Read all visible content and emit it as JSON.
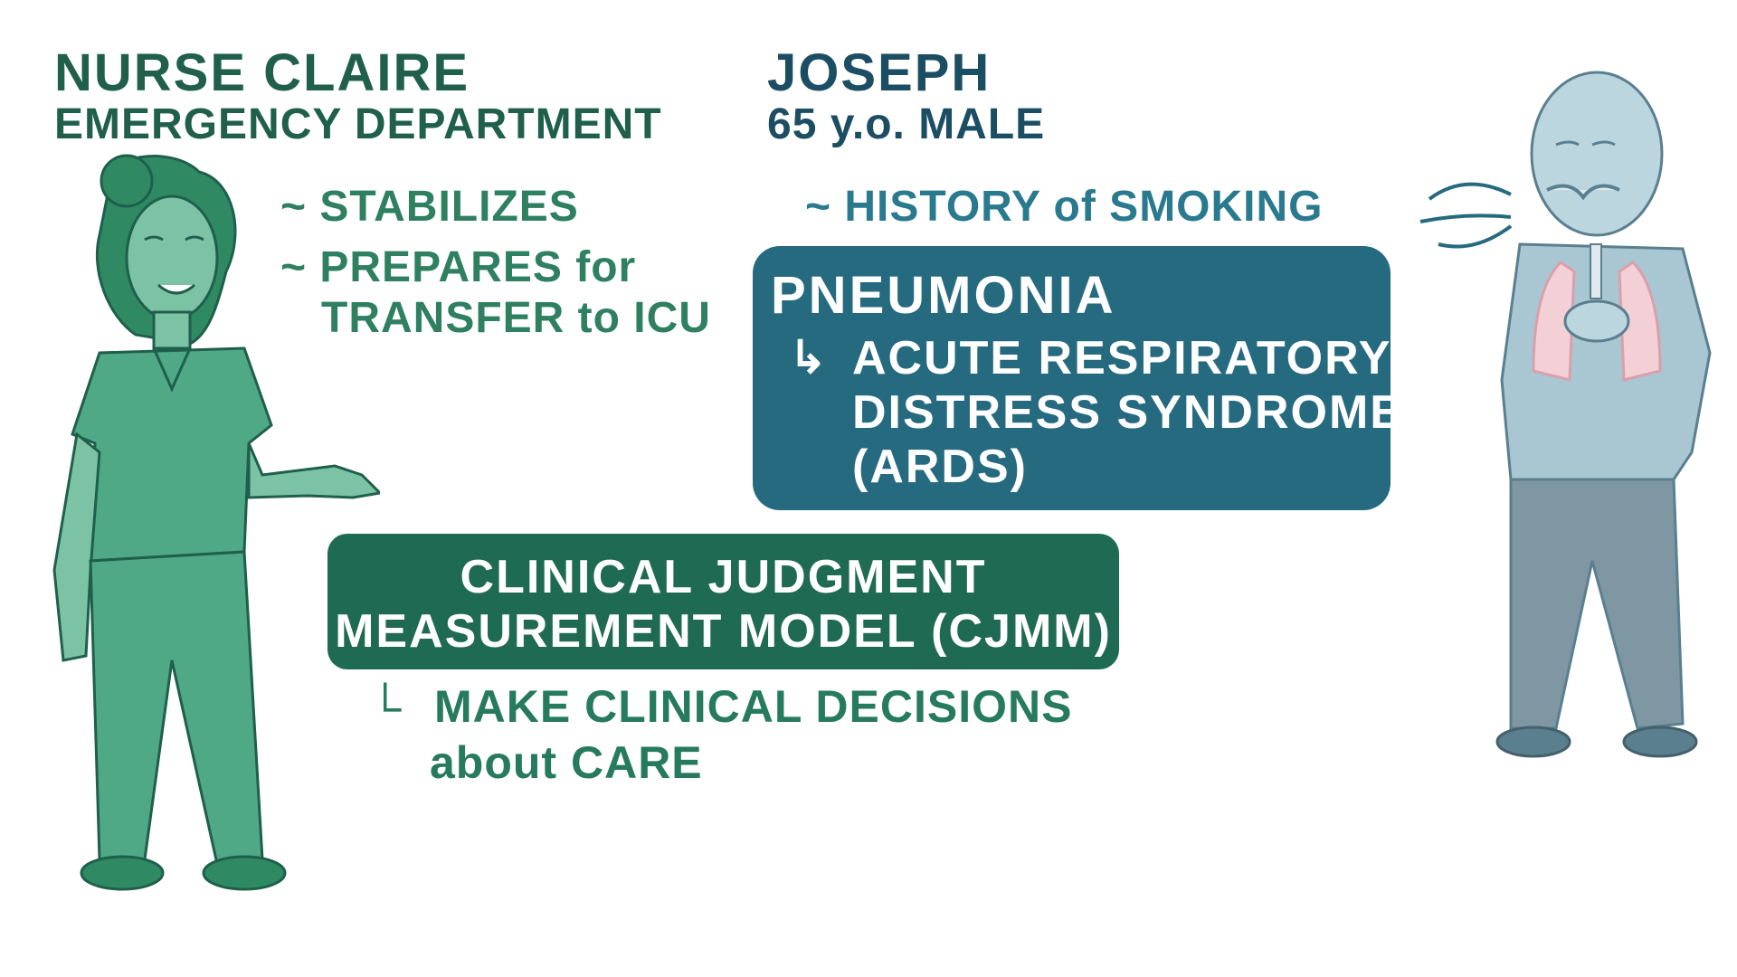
{
  "nurse": {
    "name": "NURSE CLAIRE",
    "department": "EMERGENCY DEPARTMENT",
    "roles": {
      "line1": "~ STABILIZES",
      "line2": "~ PREPARES for",
      "line3": "TRANSFER to ICU"
    }
  },
  "patient": {
    "name": "JOSEPH",
    "age_sex": "65 y.o. MALE",
    "history": "~ HISTORY of SMOKING"
  },
  "diagnosis": {
    "title": "PNEUMONIA",
    "arrow": "↳",
    "line1": "ACUTE RESPIRATORY",
    "line2": "DISTRESS SYNDROME",
    "line3": "(ARDS)"
  },
  "cjmm": {
    "line1": "CLINICAL JUDGMENT",
    "line2": "MEASUREMENT MODEL (CJMM)",
    "arrow": "└",
    "sub_line1": "MAKE CLINICAL DECISIONS",
    "sub_line2": "about CARE"
  },
  "colors": {
    "nurse_scrubs": "#4fa886",
    "nurse_text": "#1f5f4c",
    "patient_text": "#1c4e63",
    "diagnosis_box": "#266a80",
    "cjmm_box": "#1f6a52",
    "patient_shirt": "#a9c6d3",
    "patient_pants": "#7f97a3"
  }
}
